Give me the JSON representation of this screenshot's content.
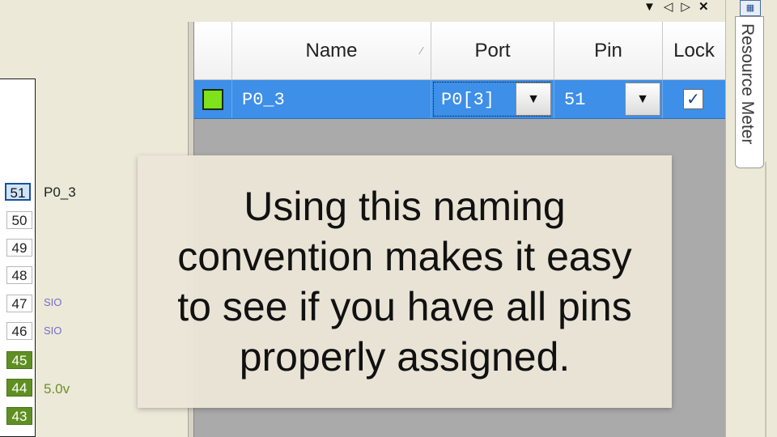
{
  "top_controls": {
    "dropdown_icon": "▼",
    "prev_icon": "◁",
    "next_icon": "▷",
    "close_icon": "✕"
  },
  "pins": [
    {
      "number": "51",
      "label": "P0_3",
      "style": "selected"
    },
    {
      "number": "50",
      "label": "",
      "style": "plain"
    },
    {
      "number": "49",
      "label": "",
      "style": "plain"
    },
    {
      "number": "48",
      "label": "",
      "style": "plain"
    },
    {
      "number": "47",
      "label": "SIO",
      "style": "plain"
    },
    {
      "number": "46",
      "label": "SIO",
      "style": "plain"
    },
    {
      "number": "45",
      "label": "",
      "style": "green"
    },
    {
      "number": "44",
      "label": "5.0v",
      "style": "green"
    },
    {
      "number": "43",
      "label": "",
      "style": "green"
    }
  ],
  "table": {
    "columns": [
      "Name",
      "Port",
      "Pin",
      "Lock"
    ],
    "rows": [
      {
        "color": "#7fe21a",
        "name": "P0_3",
        "port": "P0[3]",
        "pin": "51",
        "locked": true
      }
    ]
  },
  "sidebar_tab": {
    "label": "Resource Meter"
  },
  "caption": "Using this naming\nconvention makes it easy\nto see if you have all pins\nproperly assigned."
}
